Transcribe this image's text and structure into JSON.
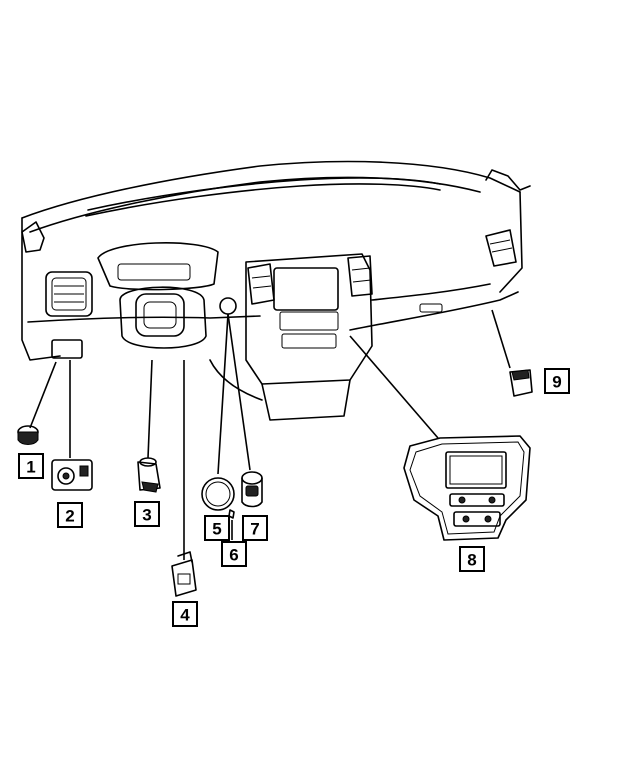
{
  "callouts": [
    {
      "label": "1",
      "part": "small round switch knob"
    },
    {
      "label": "2",
      "part": "headlamp switch"
    },
    {
      "label": "3",
      "part": "ignition switch"
    },
    {
      "label": "4",
      "part": "switch assembly"
    },
    {
      "label": "5",
      "part": "push button ring"
    },
    {
      "label": "6",
      "part": "clip"
    },
    {
      "label": "7",
      "part": "ignition push button"
    },
    {
      "label": "8",
      "part": "center stack bezel"
    },
    {
      "label": "9",
      "part": "switch"
    }
  ]
}
